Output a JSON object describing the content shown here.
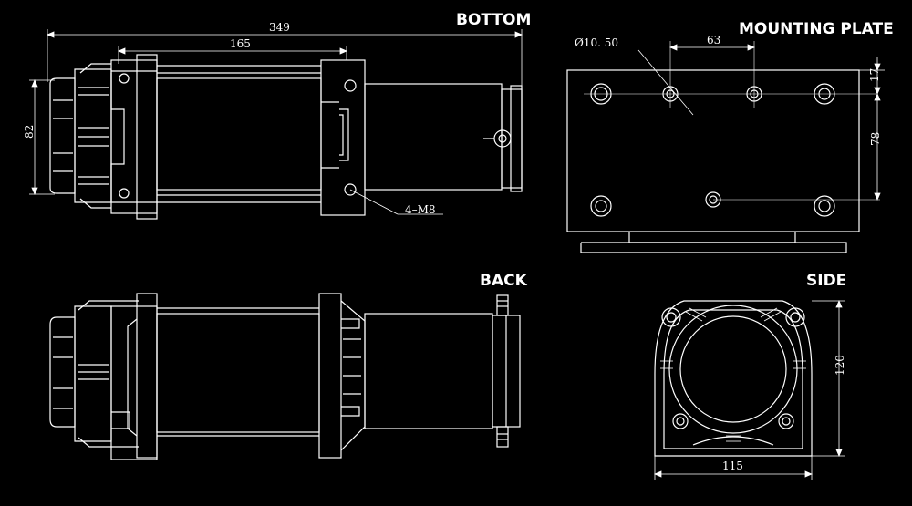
{
  "views": {
    "bottom": {
      "title": "BOTTOM",
      "dim_total_length": "349",
      "dim_mount_span": "165",
      "dim_height": "82",
      "bolt_callout": "4–M8"
    },
    "mounting_plate": {
      "title": "MOUNTING PLATE",
      "dim_hole_diameter": "Ø10. 50",
      "dim_hole_spacing": "63",
      "dim_edge_offset": "17",
      "dim_vertical_spacing": "78"
    },
    "back": {
      "title": "BACK"
    },
    "side": {
      "title": "SIDE",
      "dim_height": "120",
      "dim_width": "115"
    }
  },
  "colors": {
    "background": "#000000",
    "line": "#ffffff"
  }
}
